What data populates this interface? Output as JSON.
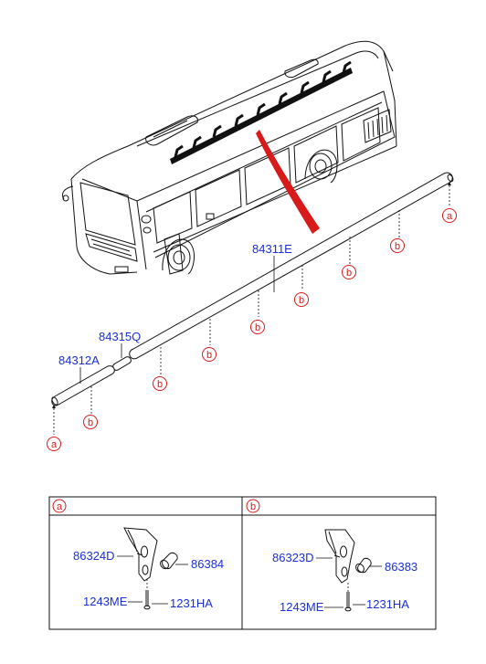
{
  "diagram": {
    "main_part_labels": {
      "rail_long": "84311E",
      "joint": "84315Q",
      "rail_short": "84312A"
    },
    "callouts": {
      "a": "a",
      "b": "b"
    },
    "detail_a": {
      "header_letter": "a",
      "bracket": "86324D",
      "cap": "86384",
      "screw": "1243ME",
      "nut": "1231HA"
    },
    "detail_b": {
      "header_letter": "b",
      "bracket": "86323D",
      "cap": "86383",
      "screw": "1243ME",
      "nut": "1231HA"
    }
  }
}
